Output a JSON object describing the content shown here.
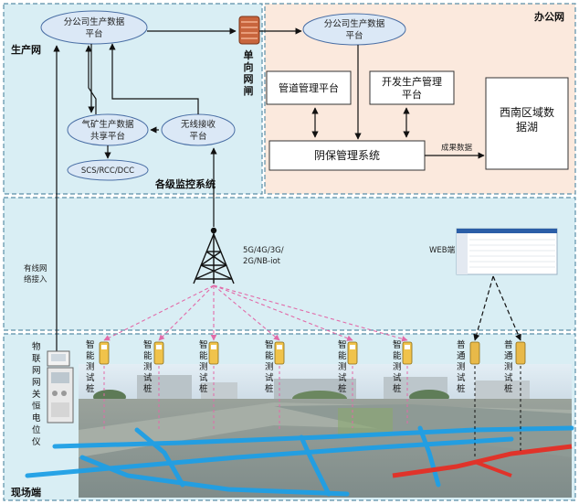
{
  "panels": {
    "production_network": "生产网",
    "office_network": "办公网",
    "monitoring_system": "各级监控系统",
    "field_end": "现场端"
  },
  "production": {
    "branch_platform": [
      "分公司生产数据",
      "平台"
    ],
    "gas_platform": [
      "气矿生产数据",
      "共享平台"
    ],
    "wireless_platform": [
      "无线接收",
      "平台"
    ],
    "scs": "SCS/RCC/DCC"
  },
  "gateway": {
    "label": [
      "单",
      "向",
      "网",
      "闸"
    ]
  },
  "office": {
    "branch_platform": [
      "分公司生产数据",
      "平台"
    ],
    "pipeline_platform": "管道管理平台",
    "dev_platform": [
      "开发生产管理",
      "平台"
    ],
    "cathodic_system": "阴保管理系统",
    "data_lake": [
      "西南区域数",
      "据湖"
    ],
    "result_data": "成果数据"
  },
  "middle": {
    "wired_access": [
      "有线网",
      "络接入"
    ],
    "network_types": [
      "5G/4G/3G/",
      "2G/NB-iot"
    ],
    "web_end": "WEB端"
  },
  "field": {
    "gateway_device": [
      "物",
      "联",
      "网",
      "网",
      "关",
      "恒",
      "电",
      "位",
      "仪"
    ],
    "smart_piles": [
      [
        "智",
        "能",
        "测",
        "试",
        "桩"
      ],
      [
        "智",
        "能",
        "测",
        "试",
        "桩"
      ],
      [
        "智",
        "能",
        "测",
        "试",
        "桩"
      ],
      [
        "智",
        "能",
        "测",
        "试",
        "桩"
      ],
      [
        "智",
        "能",
        "测",
        "试",
        "桩"
      ],
      [
        "智",
        "能",
        "测",
        "试",
        "桩"
      ]
    ],
    "normal_piles": [
      [
        "普",
        "通",
        "测",
        "试",
        "桩"
      ],
      [
        "普",
        "通",
        "测",
        "试",
        "桩"
      ]
    ]
  },
  "colors": {
    "panel_blue": "#d9eef4",
    "panel_peach": "#fbe9dd",
    "panel_border": "#5b8fa8",
    "ellipse_fill": "#dbe8f6",
    "pink_dash": "#e26aa8",
    "pipe_blue": "#1e9fe6",
    "pipe_red": "#e0332a"
  }
}
